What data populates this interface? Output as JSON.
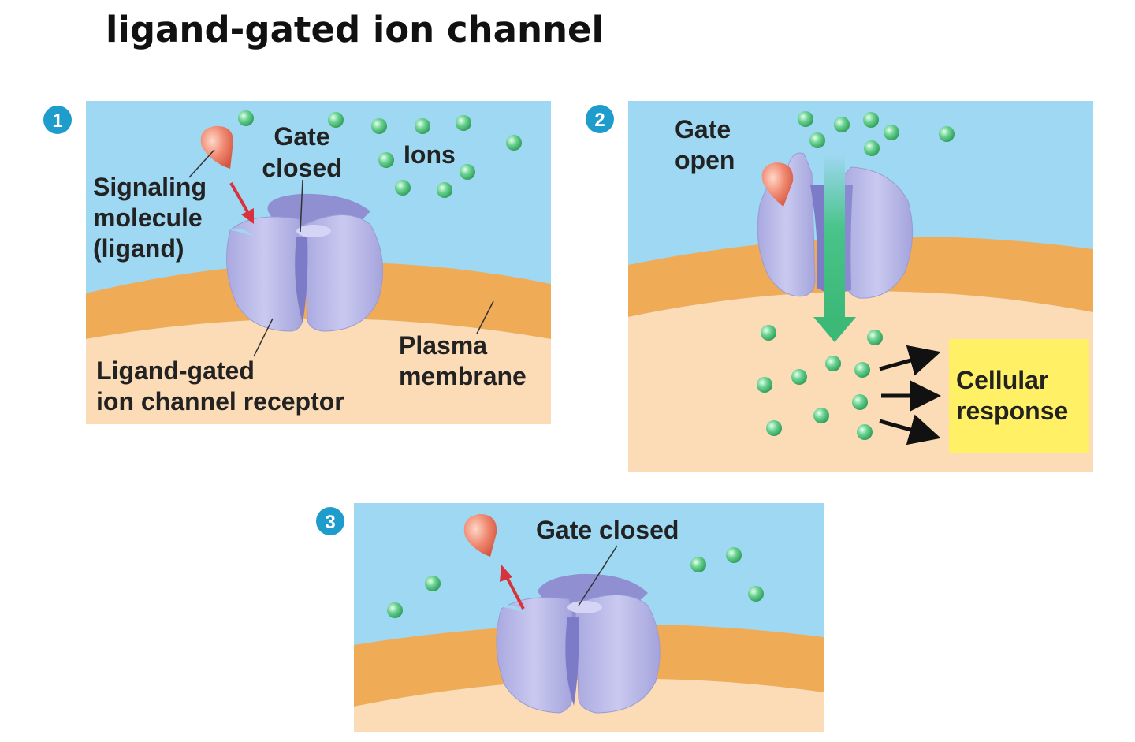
{
  "title": "ligand-gated ion channel",
  "colors": {
    "extracellular": "#9fd8f2",
    "membrane": "#f0ab57",
    "cytoplasm": "#fbdcb7",
    "receptor": "#b6b6e6",
    "receptor_dark": "#7b7bc8",
    "ligand": "#ee7d68",
    "ion": "#4cbf78",
    "arrow_red": "#d8323c",
    "flow_arrow": "#49c48a",
    "response_box": "#fff066",
    "step_badge": "#1e9ccc"
  },
  "panel1": {
    "step": "1",
    "labels": {
      "gate": "Gate",
      "closed": "closed",
      "ions": "Ions",
      "signaling": "Signaling",
      "molecule": "molecule",
      "ligand": "(ligand)",
      "receptor1": "Ligand-gated",
      "receptor2": "ion channel receptor",
      "plasma": "Plasma",
      "membrane": "membrane"
    }
  },
  "panel2": {
    "step": "2",
    "labels": {
      "gate": "Gate",
      "open": "open",
      "cellular": "Cellular",
      "response": "response"
    }
  },
  "panel3": {
    "step": "3",
    "labels": {
      "gate_closed": "Gate closed"
    }
  }
}
